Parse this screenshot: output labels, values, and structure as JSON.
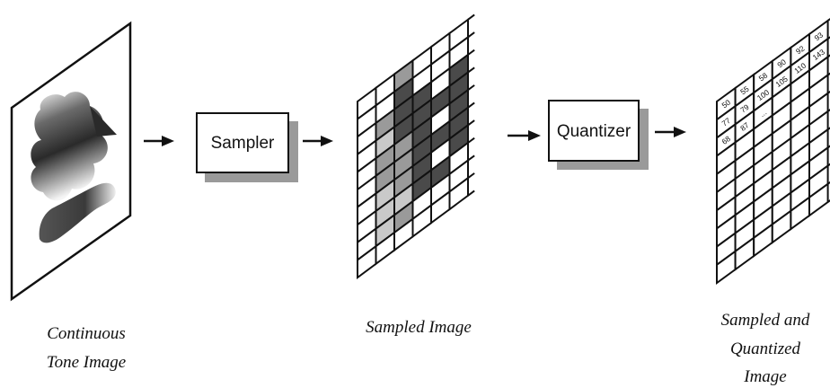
{
  "diagram": {
    "stages": {
      "continuous": {
        "caption_lines": [
          "Continuous",
          "Tone Image"
        ]
      },
      "sampler": {
        "label": "Sampler"
      },
      "sampled": {
        "caption_lines": [
          "Sampled Image"
        ]
      },
      "quantizer": {
        "label": "Quantizer"
      },
      "quantized": {
        "caption_lines": [
          "Sampled and",
          "Quantized",
          "Image"
        ],
        "pixel_values": [
          [
            "50",
            "55",
            "58",
            "90",
            "92",
            "93"
          ],
          [
            "77",
            "79",
            "100",
            "105",
            "110",
            "143"
          ],
          [
            "68",
            "87",
            "..."
          ]
        ]
      }
    },
    "sampled_grid": {
      "rows": 10,
      "cols": 6,
      "shading": [
        [
          0,
          0,
          2,
          0,
          0,
          0
        ],
        [
          0,
          0,
          3,
          0,
          0,
          0
        ],
        [
          0,
          2,
          3,
          3,
          0,
          3
        ],
        [
          0,
          1,
          3,
          3,
          3,
          3
        ],
        [
          0,
          2,
          2,
          3,
          0,
          3
        ],
        [
          0,
          2,
          2,
          3,
          3,
          3
        ],
        [
          0,
          1,
          2,
          3,
          0,
          3
        ],
        [
          0,
          1,
          1,
          3,
          3,
          0
        ],
        [
          0,
          1,
          2,
          0,
          0,
          0
        ],
        [
          0,
          0,
          0,
          0,
          0,
          0
        ]
      ],
      "shade_colors": [
        "#ffffff",
        "#c9c9c9",
        "#9a9a9a",
        "#4a4a4a"
      ]
    },
    "colors": {
      "ink": "#111111",
      "shadow": "#9a9a9a",
      "blob": "#3a3a3a"
    }
  }
}
